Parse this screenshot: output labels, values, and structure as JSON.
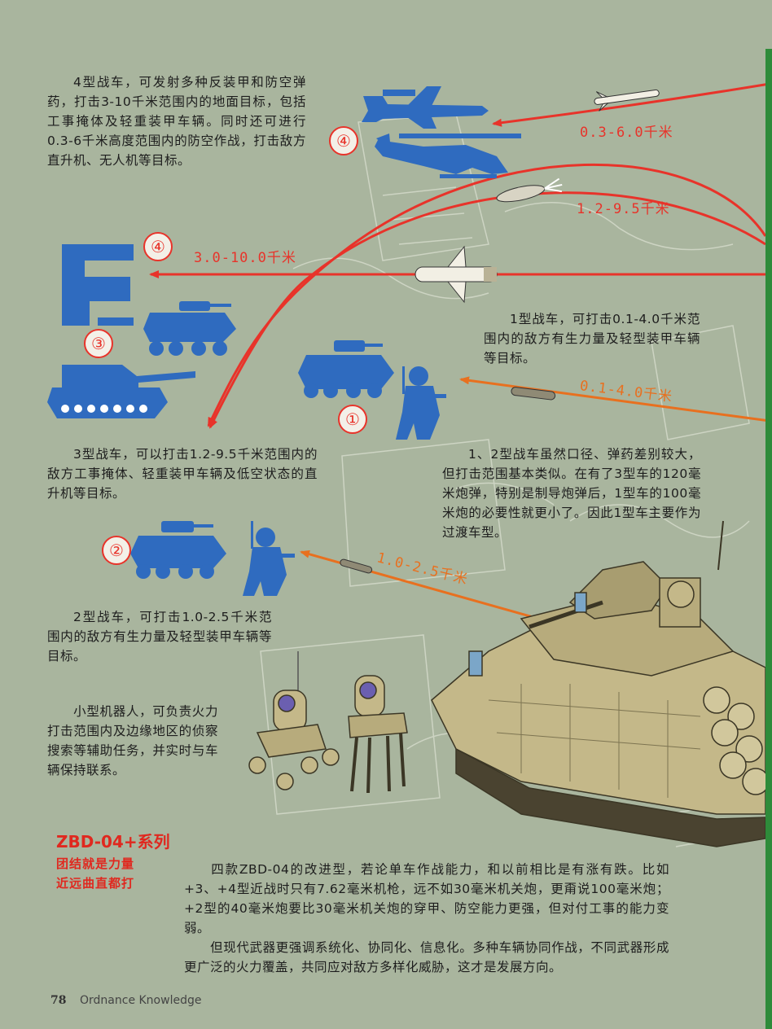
{
  "colors": {
    "background": "#a9b59e",
    "unit_blue": "#2f6bbf",
    "arrow_red": "#e8332a",
    "arrow_orange": "#e8701f",
    "tank_tan": "#c4b889"
  },
  "ranges": {
    "r_air": "0.3-6.0千米",
    "r_mortar": "1.2-9.5千米",
    "r_missile": "3.0-10.0千米",
    "r_type1": "0.1-4.0千米",
    "r_type2": "1.0-2.5千米"
  },
  "markers": {
    "m4": "④",
    "m3": "③",
    "m1": "①",
    "m2": "②"
  },
  "paragraphs": {
    "type4": "4型战车，可发射多种反装甲和防空弹药，打击3-10千米范围内的地面目标，包括工事掩体及轻重装甲车辆。同时还可进行0.3-6千米高度范围内的防空作战，打击敌方直升机、无人机等目标。",
    "type1": "1型战车，可打击0.1-4.0千米范围内的敌方有生力量及轻型装甲车辆等目标。",
    "type3": "3型战车，可以打击1.2-9.5千米范围内的敌方工事掩体、轻重装甲车辆及低空状态的直升机等目标。",
    "type12": "1、2型战车虽然口径、弹药差别较大，但打击范围基本类似。在有了3型车的120毫米炮弹，特别是制导炮弹后，1型车的100毫米炮的必要性就更小了。因此1型车主要作为过渡车型。",
    "type2": "2型战车，可打击1.0-2.5千米范围内的敌方有生力量及轻型装甲车辆等目标。",
    "robot": "小型机器人，可负责火力打击范围内及边缘地区的侦察搜索等辅助任务，并实时与车辆保持联系。",
    "main1": "四款ZBD-04的改进型，若论单车作战能力，和以前相比是有涨有跌。比如+3、+4型近战时只有7.62毫米机枪，远不如30毫米机关炮，更甭说100毫米炮；+2型的40毫米炮要比30毫米机关炮的穿甲、防空能力更强，但对付工事的能力变弱。",
    "main2": "但现代武器更强调系统化、协同化、信息化。多种车辆协同作战，不同武器形成更广泛的火力覆盖，共同应对敌方多样化威胁，这才是发展方向。"
  },
  "series": {
    "title": "ZBD-04+系列",
    "sub1": "团结就是力量",
    "sub2": "近远曲直都打"
  },
  "footer": {
    "page_number": "78",
    "magazine": "Ordnance Knowledge"
  }
}
